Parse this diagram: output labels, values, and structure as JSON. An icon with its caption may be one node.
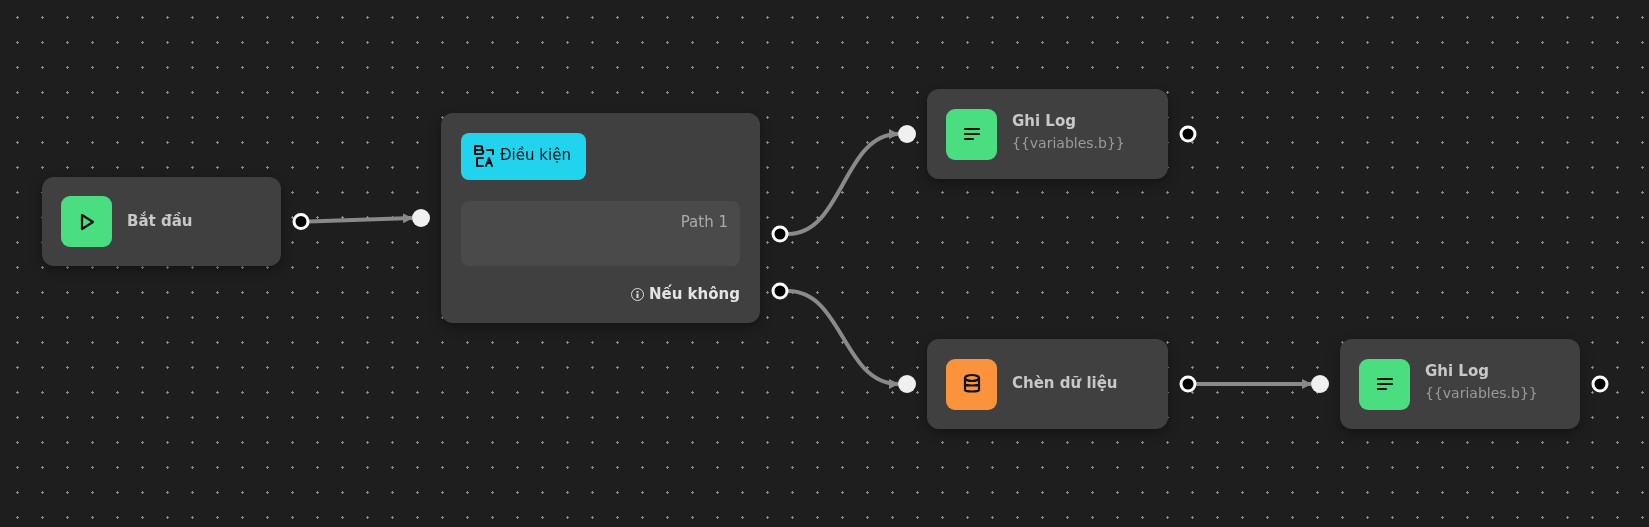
{
  "diagram": {
    "nodes": [
      {
        "text": [
          "Bắt đầu"
        ]
      },
      {
        "text": [
          "Nếu không"
        ]
      },
      {
        "text": [
          "Điều kiện"
        ],
        "in": 1
      },
      {
        "text": [
          "Path 1"
        ],
        "in": 1
      },
      {
        "text": [
          "Ghi Log",
          "{{variables.b}}"
        ]
      },
      {
        "text": [
          "Chèn dữ liệu"
        ]
      },
      {
        "text": [
          "Ghi Log",
          "{{variables.b}}"
        ]
      }
    ],
    "edges": [
      {
        "from": 0,
        "to": 1,
        "arrow": "to"
      },
      {
        "from": 3,
        "to": 4,
        "arrow": "to"
      },
      {
        "from": 1,
        "to": 5,
        "arrow": "to"
      },
      {
        "from": 5,
        "to": 6,
        "arrow": "to"
      }
    ]
  }
}
